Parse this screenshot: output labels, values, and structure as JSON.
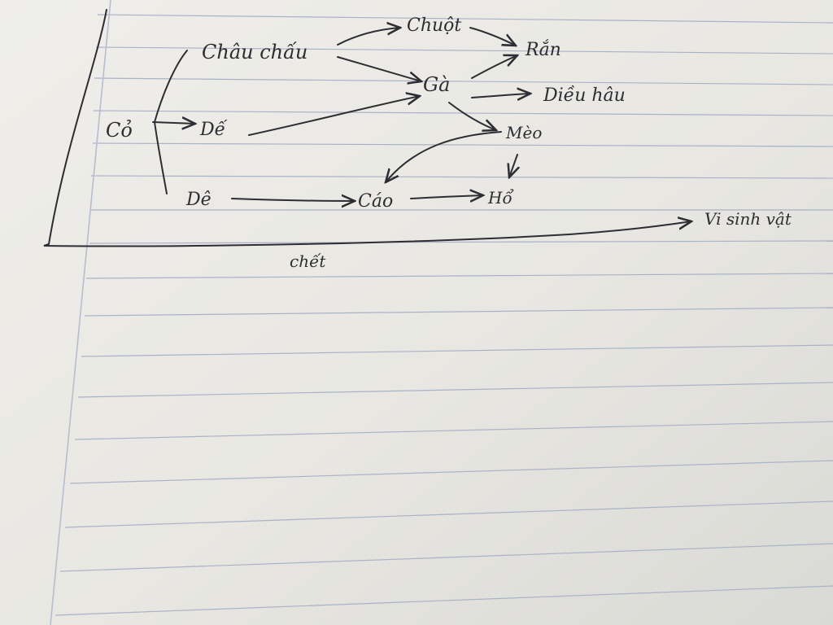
{
  "page": {
    "paper_color": "#ecebe6",
    "rule_color": "#a9b2c6",
    "margin_color": "#b7bdd0",
    "ink_color": "#2d2d33"
  },
  "diagram": {
    "nodes": {
      "co": "Cỏ",
      "chau_chau": "Châu chấu",
      "de_men": "Dế",
      "de": "Dê",
      "chuot": "Chuột",
      "ran": "Rắn",
      "ga": "Gà",
      "dieu_hau": "Diều hâu",
      "meo": "Mèo",
      "cao": "Cáo",
      "ho": "Hổ",
      "vi_sinh_vat": "Vi sinh vật"
    },
    "edge_label_chet": "chết",
    "edges": [
      [
        "co",
        "chau_chau"
      ],
      [
        "co",
        "de_men"
      ],
      [
        "co",
        "de"
      ],
      [
        "chau_chau",
        "chuot"
      ],
      [
        "chau_chau",
        "ga"
      ],
      [
        "de_men",
        "ga"
      ],
      [
        "chuot",
        "ran"
      ],
      [
        "ga",
        "ran"
      ],
      [
        "ga",
        "dieu_hau"
      ],
      [
        "ga",
        "meo"
      ],
      [
        "meo",
        "cao"
      ],
      [
        "meo",
        "ho"
      ],
      [
        "de",
        "cao"
      ],
      [
        "cao",
        "ho"
      ],
      [
        "all",
        "vi_sinh_vat"
      ]
    ]
  }
}
